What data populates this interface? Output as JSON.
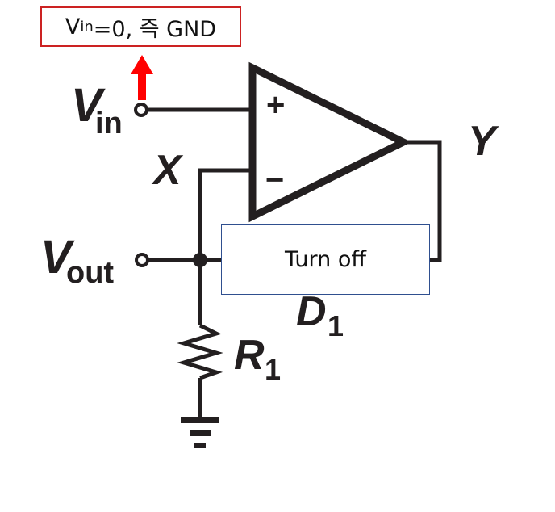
{
  "callout": {
    "prefix": "V",
    "sub": "in",
    "suffix": "=0, 즉 GND",
    "border_color": "#cc2222"
  },
  "overlay": {
    "label": "Turn off",
    "border_color": "#2f4f8f"
  },
  "arrow": {
    "color": "#ff0000",
    "direction": "up"
  },
  "circuit": {
    "labels": {
      "vin_main": "V",
      "vin_sub": "in",
      "vout_main": "V",
      "vout_sub": "out",
      "x": "X",
      "y": "Y",
      "d1_main": "D",
      "d1_sub": "1",
      "r1_main": "R",
      "r1_sub": "1",
      "plus": "+",
      "minus": "−"
    },
    "wire_color": "#231f20"
  }
}
